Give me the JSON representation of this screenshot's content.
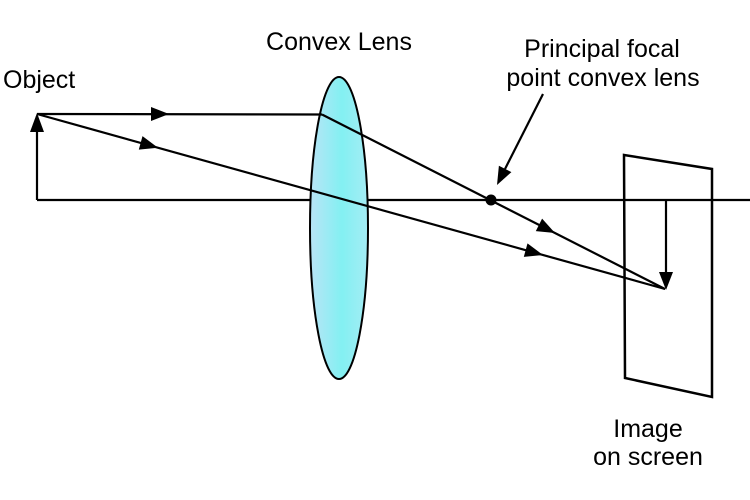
{
  "diagram": {
    "type": "optics-ray-diagram",
    "labels": {
      "object": "Object",
      "lens": "Convex Lens",
      "focal_point_line1": "Principal focal",
      "focal_point_line2": "point convex lens",
      "image_line1": "Image",
      "image_line2": "on screen"
    },
    "colors": {
      "stroke": "#000000",
      "background": "#ffffff",
      "lens_gradient_start": "#b9e4f6",
      "lens_gradient_mid": "#83f0f2",
      "lens_gradient_end": "#a5ecf4"
    }
  }
}
